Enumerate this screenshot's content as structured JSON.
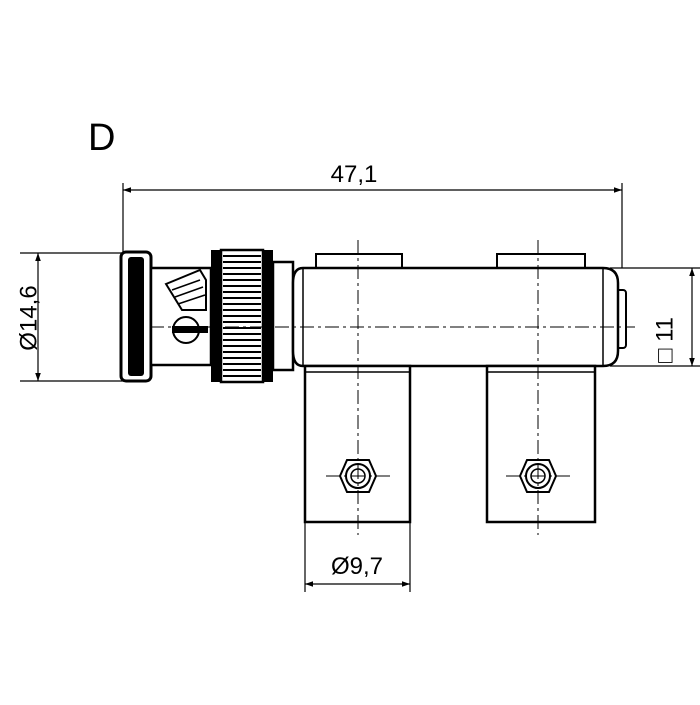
{
  "figure_label": "D",
  "dimensions": {
    "overall_length": "47,1",
    "connector_diameter": "Ø14,6",
    "square_section": "□ 11",
    "bracket_diameter": "Ø9,7"
  },
  "colors": {
    "ink": "#000000",
    "background": "#ffffff"
  }
}
